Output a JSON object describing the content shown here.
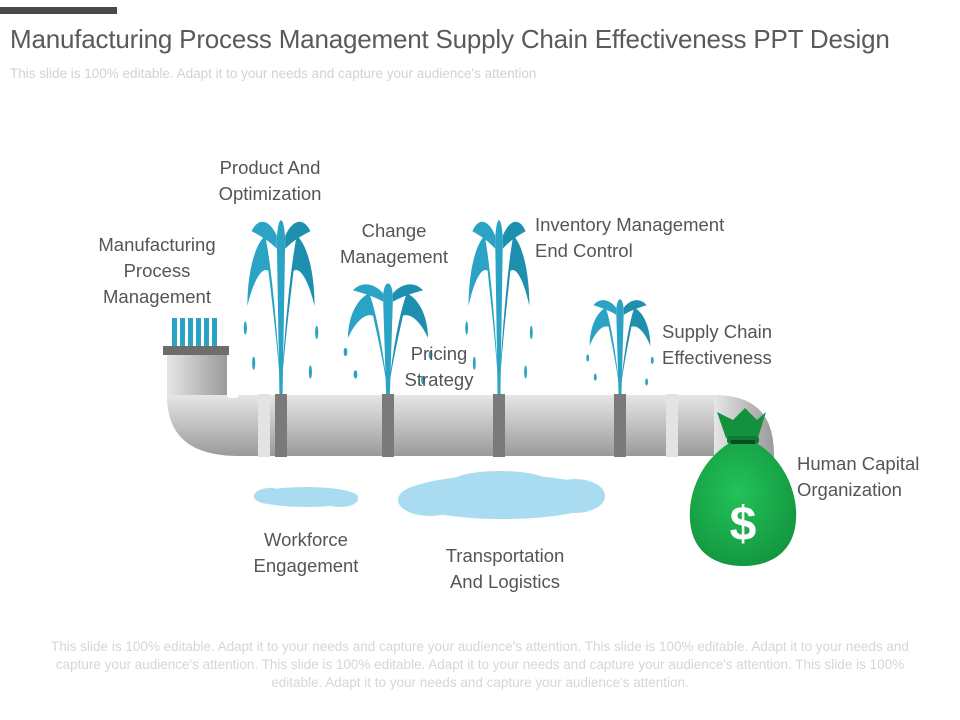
{
  "header": {
    "title": "Manufacturing Process Management Supply Chain Effectiveness PPT Design",
    "subtitle": "This slide is 100% editable. Adapt it to your needs and capture your audience's attention"
  },
  "diagram": {
    "labels": {
      "manufacturing_process_management": [
        "Manufacturing",
        "Process",
        "Management"
      ],
      "product_and_optimization": [
        "Product And",
        "Optimization"
      ],
      "change_management": [
        "Change",
        "Management"
      ],
      "pricing_strategy": [
        "Pricing",
        "Strategy"
      ],
      "inventory_management": [
        "Inventory Management",
        "End Control"
      ],
      "supply_chain_effectiveness": [
        "Supply  Chain",
        "Effectiveness"
      ],
      "human_capital_organization": [
        "Human  Capital",
        "Organization"
      ],
      "workforce_engagement": [
        "Workforce",
        "Engagement"
      ],
      "transportation_and_logistics": [
        "Transportation",
        "And  Logistics"
      ]
    },
    "money_bag_symbol": "$",
    "colors": {
      "fountain": "#2aa3c4",
      "puddle": "#a9dcf0",
      "pipe": "#c9c9c9",
      "money_bag": "#1aaa4b"
    }
  },
  "footer": {
    "lines": [
      "This slide is 100% editable. Adapt it to your needs and capture your audience's attention. This slide is 100% editable. Adapt it to your needs and",
      "capture your audience's attention. This slide is 100% editable. Adapt it to your needs and capture your audience's attention. This slide is 100%",
      "editable. Adapt it to your needs and capture your audience's attention."
    ]
  }
}
